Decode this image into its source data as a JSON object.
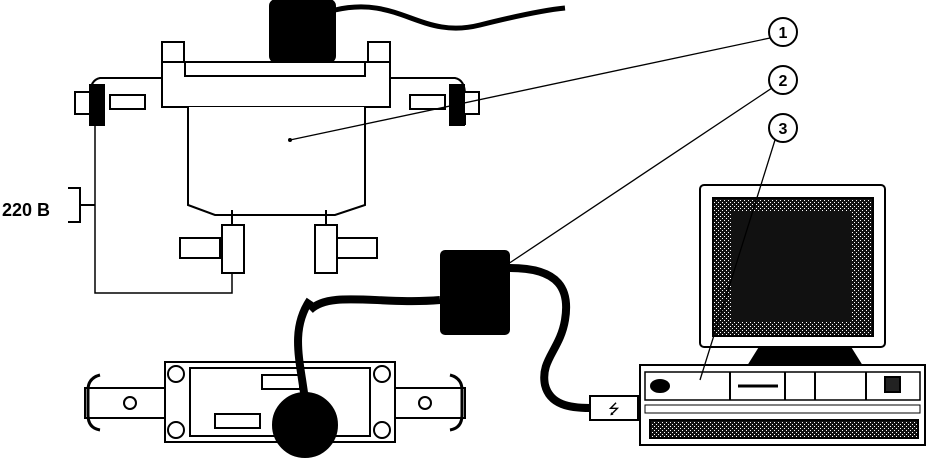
{
  "callouts": [
    {
      "number": "1",
      "target": "current-transformer-sensor"
    },
    {
      "number": "2",
      "target": "interface-adapter"
    },
    {
      "number": "3",
      "target": "computer"
    }
  ],
  "voltage_label": "220 В",
  "colors": {
    "ink": "#000000",
    "paper": "#ffffff",
    "screen": "#1a1a1a"
  }
}
